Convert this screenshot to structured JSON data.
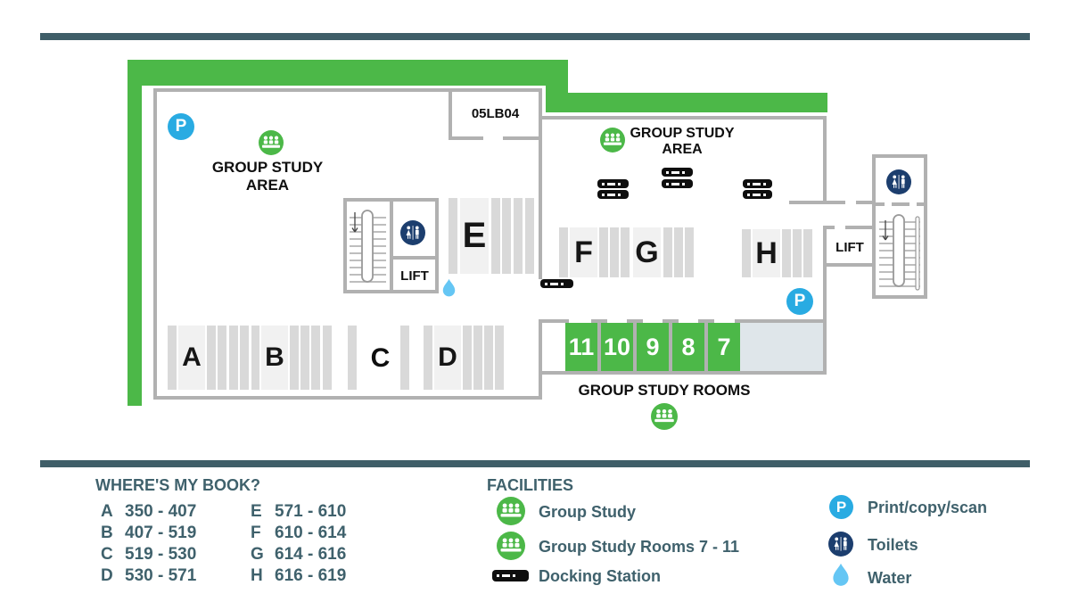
{
  "colors": {
    "accent_green": "#4cb848",
    "teal_bar": "#3f5e68",
    "legend_text": "#3f616c",
    "print_blue": "#29abe2",
    "toilets_navy": "#1c3e6e",
    "water_blue": "#65c6f4",
    "wall_gray": "#b1b1b1",
    "shelf_gray": "#d9d9d9",
    "shelf_box": "#f1f1f1",
    "vacant_area": "#dfe6ea"
  },
  "map": {
    "room_label": "05LB04",
    "lift_label": "LIFT",
    "left_area": {
      "line1": "GROUP STUDY",
      "line2": "AREA"
    },
    "right_area": {
      "line1": "GROUP STUDY",
      "line2": "AREA"
    },
    "group_rooms_label": "GROUP STUDY ROOMS",
    "rooms": [
      "11",
      "10",
      "9",
      "8",
      "7"
    ],
    "shelves": {
      "a": "A",
      "b": "B",
      "c": "C",
      "d": "D",
      "e": "E",
      "f": "F",
      "g": "G",
      "h": "H"
    },
    "print_letter": "P",
    "icon_names": [
      "print-icon",
      "group-study-icon",
      "toilets-icon",
      "water-icon",
      "docking-station-icon",
      "stairs-icon"
    ]
  },
  "legend": {
    "book": {
      "title": "WHERE'S MY BOOK?",
      "items": [
        {
          "letter": "A",
          "range": "350 - 407"
        },
        {
          "letter": "B",
          "range": "407 - 519"
        },
        {
          "letter": "C",
          "range": "519 - 530"
        },
        {
          "letter": "D",
          "range": "530 - 571"
        },
        {
          "letter": "E",
          "range": "571 - 610"
        },
        {
          "letter": "F",
          "range": "610 - 614"
        },
        {
          "letter": "G",
          "range": "614 - 616"
        },
        {
          "letter": "H",
          "range": "616 - 619"
        }
      ]
    },
    "facilities": {
      "title": "FACILITIES",
      "items": [
        {
          "icon": "group-study-icon",
          "label": "Group Study"
        },
        {
          "icon": "group-study-icon",
          "label": "Group Study Rooms 7 - 11"
        },
        {
          "icon": "docking-station-icon",
          "label": "Docking Station"
        }
      ]
    },
    "services": [
      {
        "icon": "print-icon",
        "label": "Print/copy/scan"
      },
      {
        "icon": "toilets-icon",
        "label": "Toilets"
      },
      {
        "icon": "water-icon",
        "label": "Water"
      }
    ]
  }
}
